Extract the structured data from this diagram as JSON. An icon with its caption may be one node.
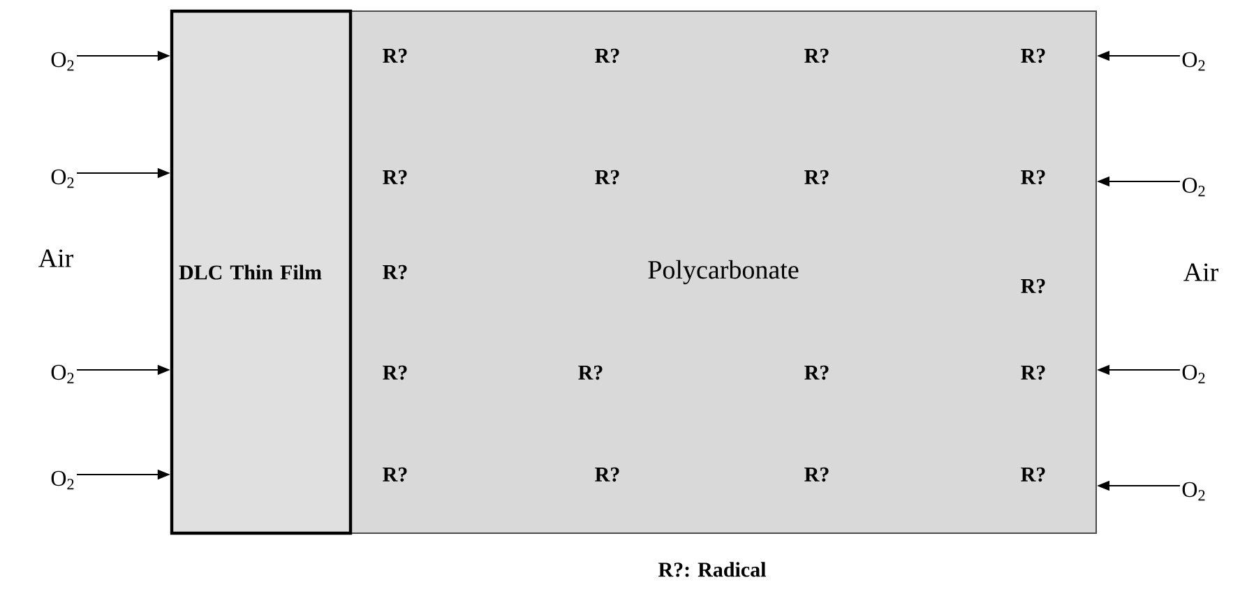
{
  "diagram": {
    "nodes": [
      {
        "text": [
          "DLC Thin Film"
        ]
      },
      {
        "text": [
          "Polycarbonate"
        ]
      },
      {
        "text": [
          "O$_{2}$"
        ]
      },
      {
        "text": [
          "O$_{2}$"
        ]
      },
      {
        "text": [
          "O$_{2}$"
        ]
      },
      {
        "text": [
          "O$_{2}$"
        ]
      },
      {
        "text": [
          "O$_{2}$"
        ]
      },
      {
        "text": [
          "O$_{2}$"
        ]
      },
      {
        "text": [
          "O$_{2}$"
        ]
      },
      {
        "text": [
          "O$_{2}$"
        ]
      }
    ],
    "edges": [
      {
        "from": 2,
        "to": 0,
        "arrow": "to"
      },
      {
        "from": 3,
        "to": 0,
        "arrow": "to"
      },
      {
        "from": 4,
        "to": 0,
        "arrow": "to"
      },
      {
        "from": 5,
        "to": 0,
        "arrow": "to"
      },
      {
        "from": 6,
        "to": 1,
        "arrow": "to"
      },
      {
        "from": 7,
        "to": 1,
        "arrow": "to"
      },
      {
        "from": 8,
        "to": 1,
        "arrow": "to"
      },
      {
        "from": 9,
        "to": 1,
        "arrow": "to"
      }
    ],
    "labels": [
      "R?",
      "R?",
      "R?",
      "R?",
      "R?",
      "R?",
      "R?",
      "R?",
      "Air",
      "R?",
      "R?",
      "Air",
      "R?",
      "R?",
      "R?",
      "R?",
      "R?",
      "R?",
      "R?",
      "R?",
      "R?: Radical"
    ]
  }
}
